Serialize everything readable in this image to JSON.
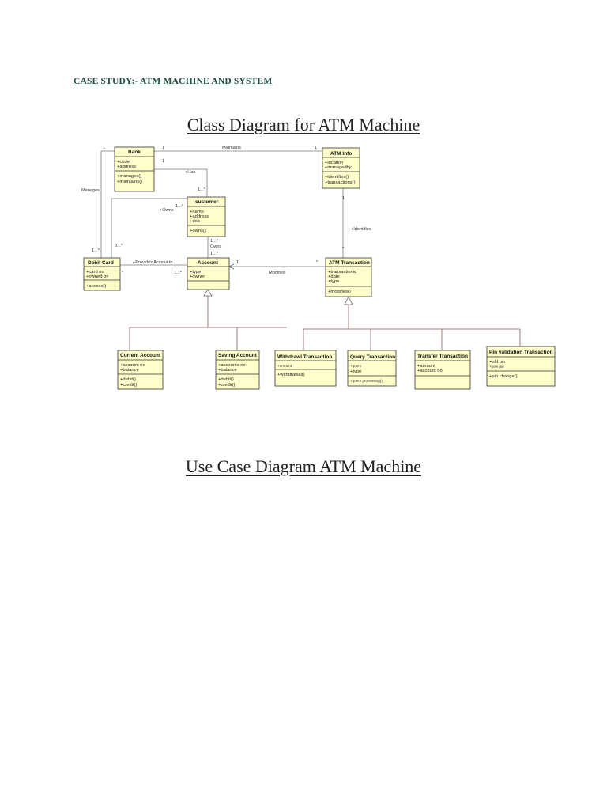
{
  "page": {
    "case_heading": "CASE STUDY:- ATM MACHINE AND SYSTEM",
    "class_diagram_title": "Class Diagram for ATM Machine",
    "use_case_title": "Use Case Diagram ATM Machine"
  },
  "classes": {
    "bank": {
      "name": "Bank",
      "attrs": [
        "+code",
        "+address"
      ],
      "ops": [
        "+manages()",
        "+maintains()"
      ]
    },
    "atm_info": {
      "name": "ATM Info",
      "attrs": [
        "+location",
        "+managedby"
      ],
      "ops": [
        "+identifies()",
        "+transactions()"
      ]
    },
    "customer": {
      "name": "customer",
      "attrs": [
        "+name",
        "+address",
        "+dob"
      ],
      "ops": [
        "+owns()"
      ]
    },
    "debit_card": {
      "name": "Debit Card",
      "attrs": [
        "+card no",
        "+owned by"
      ],
      "ops": [
        "+access()"
      ]
    },
    "account": {
      "name": "Account",
      "attrs": [
        "+type",
        "+owner"
      ],
      "ops": []
    },
    "atm_transaction": {
      "name": "ATM Transaction",
      "attrs": [
        "+transactionid",
        "+date",
        "+type"
      ],
      "ops": [
        "+modifies()"
      ]
    },
    "current_account": {
      "name": "Current Account",
      "attrs": [
        "+account no",
        "+balance"
      ],
      "ops": [
        "+debit()",
        "+credit()"
      ]
    },
    "saving_account": {
      "name": "Saving Account",
      "attrs": [
        "+accounts no",
        "+balance"
      ],
      "ops": [
        "+debit()",
        "+credit()"
      ]
    },
    "withdrawl_transaction": {
      "name": "Withdrawl Transaction",
      "attrs": [
        "+amount"
      ],
      "ops": [
        "+withdrawal()"
      ]
    },
    "query_transaction": {
      "name": "Query Transaction",
      "attrs": [
        "+query",
        "+type"
      ],
      "ops": [
        "+query processing()"
      ]
    },
    "transfer_transaction": {
      "name": "Transfer Transaction",
      "attrs": [
        "+amount",
        "+account no"
      ],
      "ops": []
    },
    "pin_validation_transaction": {
      "name": "Pin validation Transaction",
      "attrs": [
        "+old pin",
        "+new pin"
      ],
      "ops": [
        "+pin change()"
      ]
    }
  },
  "associations": {
    "maintains": "Maintains",
    "has": "+Has",
    "manages": "Manages",
    "owns_customer": "+Owns",
    "owns_account": "Owns",
    "provides_access": "+Provides Access to",
    "modifies": "Modifies",
    "identifies": "+Identifies"
  },
  "multiplicities": {
    "bank_maintains": "1",
    "atm_maintains": "1",
    "bank_manages": "1",
    "bank_has": "1",
    "customer_has": "1...*",
    "debit_manages": "1...*",
    "debit_owns": "0...*",
    "customer_owns_card": "1...*",
    "customer_owns_account": "1...*",
    "account_owned": "1...*",
    "debit_provides": "*",
    "account_provides": "1...*",
    "account_modifies": "1",
    "atm_trans_modifies": "*",
    "atm_info_identifies": "1",
    "atm_trans_identifies": "*"
  }
}
